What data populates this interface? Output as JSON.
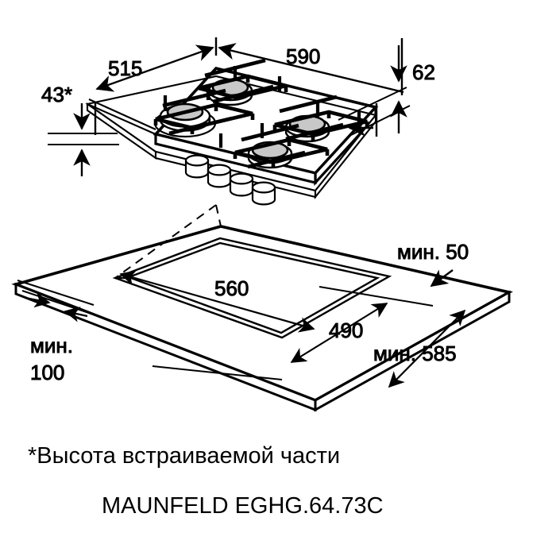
{
  "figure": {
    "title": "MAUNFELD EGHG.64.73C",
    "kind": "technical-installation-drawing",
    "background_color": "#ffffff",
    "line_color": "#000000",
    "burner_cap_color": "#c8c8c8"
  },
  "dimensions": {
    "hob_width": "590",
    "hob_depth": "515",
    "hob_body_height": "62",
    "flange_height": "43*",
    "cutout_width": "560",
    "cutout_depth": "490",
    "min_side_clearance": "мин. 50",
    "min_rear_clearance": "мин. 100",
    "min_cabinet_width": "мин. 585"
  },
  "labels": {
    "footnote": "*Высота встраиваемой части",
    "model": "MAUNFELD EGHG.64.73C"
  },
  "hob": {
    "burner_count": 4,
    "knob_count": 4,
    "burners": [
      {
        "name": "rear-left-burner",
        "size": "large"
      },
      {
        "name": "rear-right-burner",
        "size": "medium"
      },
      {
        "name": "front-left-burner",
        "size": "medium"
      },
      {
        "name": "front-right-burner",
        "size": "medium"
      }
    ]
  }
}
